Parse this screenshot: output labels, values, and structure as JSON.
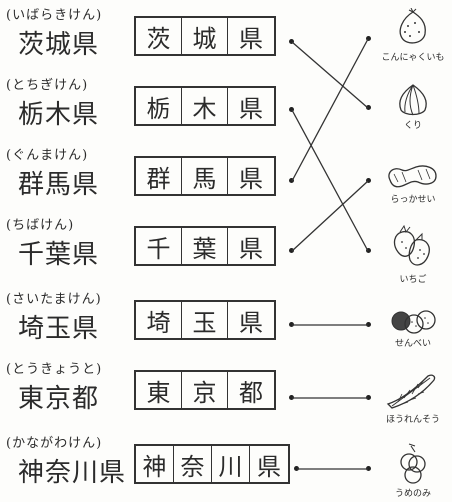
{
  "prefectures": [
    {
      "reading": "(いばらきけん)",
      "name": "茨城県",
      "chars": [
        "茨",
        "城",
        "県"
      ]
    },
    {
      "reading": "(とちぎけん)",
      "name": "栃木県",
      "chars": [
        "栃",
        "木",
        "県"
      ]
    },
    {
      "reading": "(ぐんまけん)",
      "name": "群馬県",
      "chars": [
        "群",
        "馬",
        "県"
      ]
    },
    {
      "reading": "(ちばけん)",
      "name": "千葉県",
      "chars": [
        "千",
        "葉",
        "県"
      ]
    },
    {
      "reading": "(さいたまけん)",
      "name": "埼玉県",
      "chars": [
        "埼",
        "玉",
        "県"
      ]
    },
    {
      "reading": "(とうきょうと)",
      "name": "東京都",
      "chars": [
        "東",
        "京",
        "都"
      ]
    },
    {
      "reading": "(かながわけん)",
      "name": "神奈川県",
      "chars": [
        "神",
        "奈",
        "川",
        "県"
      ]
    }
  ],
  "produce": [
    {
      "label": "こんにゃくいも",
      "icon": "konnyaku-potato-icon"
    },
    {
      "label": "くり",
      "icon": "chestnut-icon"
    },
    {
      "label": "らっかせい",
      "icon": "peanut-icon"
    },
    {
      "label": "いちご",
      "icon": "strawberry-icon"
    },
    {
      "label": "せんべい",
      "icon": "rice-cracker-icon"
    },
    {
      "label": "ほうれんそう",
      "icon": "spinach-icon"
    },
    {
      "label": "うめのみ",
      "icon": "ume-plum-icon"
    }
  ],
  "matches": [
    {
      "prefecture": "茨城県",
      "produce": "くり"
    },
    {
      "prefecture": "栃木県",
      "produce": "いちご"
    },
    {
      "prefecture": "群馬県",
      "produce": "こんにゃくいも"
    },
    {
      "prefecture": "千葉県",
      "produce": "らっかせい"
    },
    {
      "prefecture": "埼玉県",
      "produce": "せんべい"
    },
    {
      "prefecture": "東京都",
      "produce": "ほうれんそう"
    },
    {
      "prefecture": "神奈川県",
      "produce": "うめのみ"
    }
  ]
}
